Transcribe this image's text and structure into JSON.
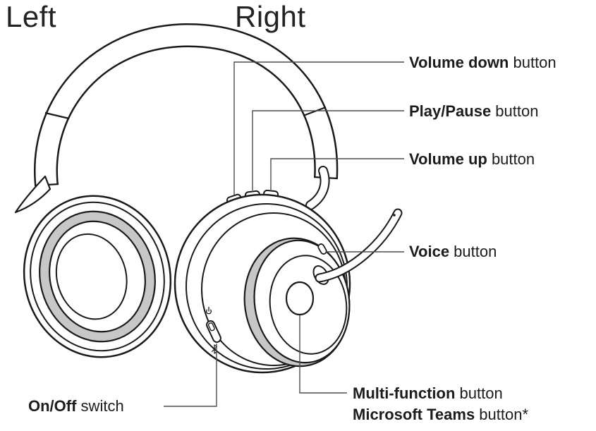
{
  "orientation": {
    "left": "Left",
    "right": "Right"
  },
  "labels": {
    "volume_down": {
      "bold": "Volume down",
      "rest": " button"
    },
    "play_pause": {
      "bold": "Play/Pause",
      "rest": " button"
    },
    "volume_up": {
      "bold": "Volume up",
      "rest": " button"
    },
    "voice": {
      "bold": "Voice",
      "rest": " button"
    },
    "on_off": {
      "bold": "On/Off",
      "rest": " switch"
    },
    "multi_function": {
      "bold": "Multi-function",
      "rest": " button"
    },
    "microsoft_teams": {
      "bold": "Microsoft Teams",
      "rest": " button*"
    }
  },
  "icons": {
    "power": "power-icon",
    "bluetooth": "bluetooth-icon",
    "mic_hole": "mic-hole-icon"
  },
  "colors": {
    "outline": "#1a1a1a",
    "callout_line": "#4d4d4d",
    "cushion_gray": "#c7c7c7",
    "text": "#1c1c1c",
    "background": "#ffffff"
  }
}
